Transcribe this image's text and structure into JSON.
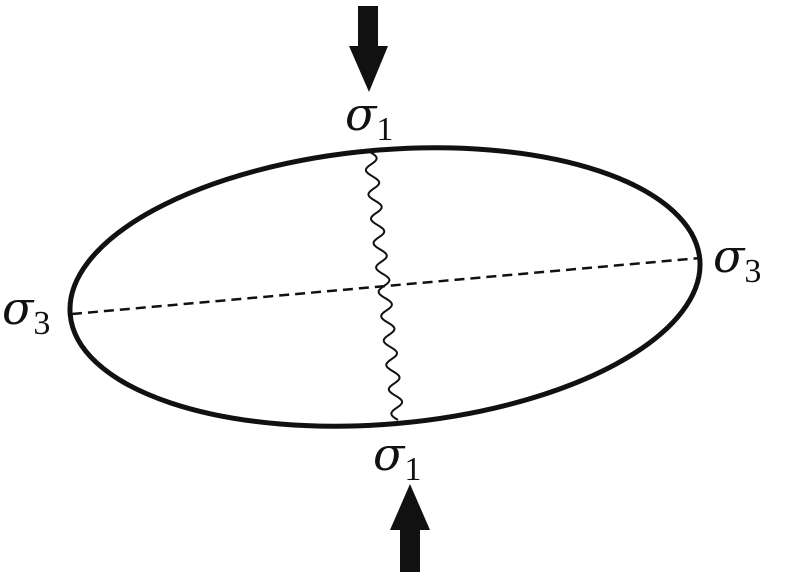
{
  "diagram": {
    "labels": {
      "top": {
        "symbol": "σ",
        "subscript": "1"
      },
      "bottom": {
        "symbol": "σ",
        "subscript": "1"
      },
      "left": {
        "symbol": "σ",
        "subscript": "3"
      },
      "right": {
        "symbol": "σ",
        "subscript": "3"
      }
    },
    "colors": {
      "stroke": "#111111",
      "background": "#ffffff"
    },
    "elements": {
      "ellipse": "stress-ellipse",
      "major_axis": "dashed-line",
      "fracture": "wavy-line",
      "top_arrow": "down-arrow-icon",
      "bottom_arrow": "up-arrow-icon"
    }
  }
}
